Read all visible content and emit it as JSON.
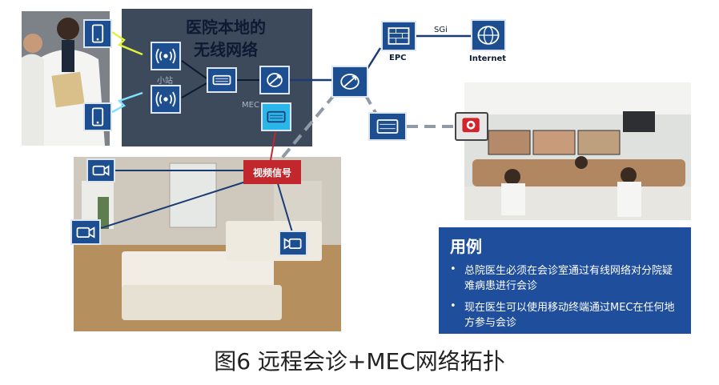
{
  "local_network": {
    "title": "医院本地的无线网络",
    "small_cell_label": "小站",
    "mec_label": "MEC"
  },
  "core": {
    "epc_label": "EPC",
    "sgi_label": "SGi",
    "internet_label": "Internet"
  },
  "video_signal": {
    "label": "视频信号"
  },
  "use_case": {
    "title": "用例",
    "items": [
      "总院医生必须在会诊室通过有线网络对分院疑难病患进行会诊",
      "现在医生可以使用移动终端通过MEC在任何地方参与会诊"
    ]
  },
  "caption": "图6 远程会诊+MEC网络拓扑",
  "colors": {
    "node_blue": "#1d4e8f",
    "panel_dark": "#3c4a5c",
    "video_red": "#c1272d",
    "mec_cyan": "#29b6e8",
    "case_box": "#1f4e9c"
  }
}
